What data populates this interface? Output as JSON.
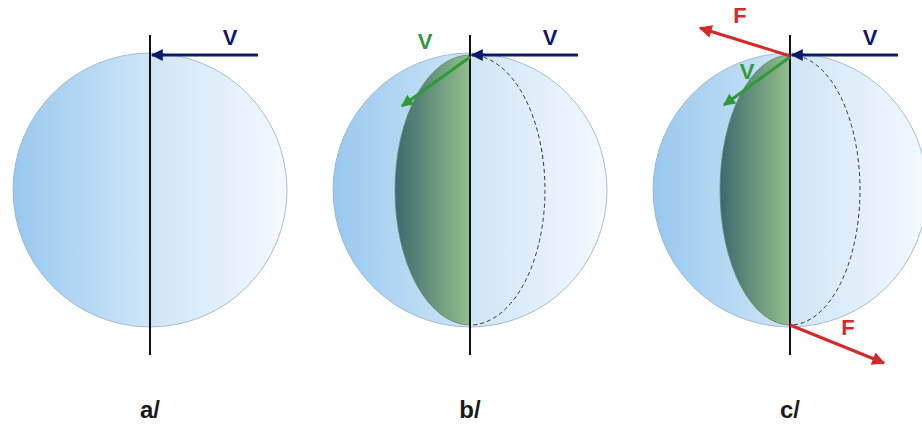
{
  "diagram": {
    "labels": [
      "V",
      "V",
      "V",
      "F",
      "V",
      "V",
      "F",
      "a/",
      "b/",
      "c/"
    ]
  }
}
